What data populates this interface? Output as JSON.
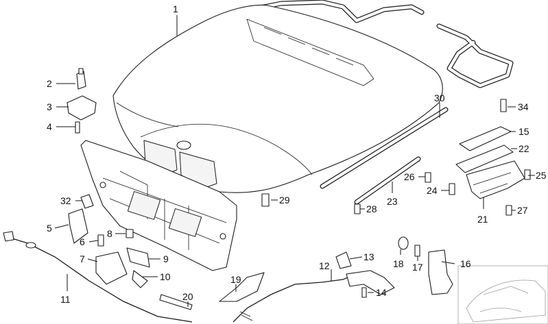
{
  "callouts": [
    {
      "id": "1",
      "label": "1"
    },
    {
      "id": "2",
      "label": "2"
    },
    {
      "id": "3",
      "label": "3"
    },
    {
      "id": "4",
      "label": "4"
    },
    {
      "id": "5",
      "label": "5"
    },
    {
      "id": "6",
      "label": "6"
    },
    {
      "id": "7",
      "label": "7"
    },
    {
      "id": "8",
      "label": "8"
    },
    {
      "id": "9",
      "label": "9"
    },
    {
      "id": "10",
      "label": "10"
    },
    {
      "id": "11",
      "label": "11"
    },
    {
      "id": "12",
      "label": "12"
    },
    {
      "id": "13",
      "label": "13"
    },
    {
      "id": "14",
      "label": "14"
    },
    {
      "id": "15",
      "label": "15"
    },
    {
      "id": "16",
      "label": "16"
    },
    {
      "id": "17",
      "label": "17"
    },
    {
      "id": "18",
      "label": "18"
    },
    {
      "id": "19",
      "label": "19"
    },
    {
      "id": "20",
      "label": "20"
    },
    {
      "id": "21",
      "label": "21"
    },
    {
      "id": "22",
      "label": "22"
    },
    {
      "id": "23",
      "label": "23"
    },
    {
      "id": "24",
      "label": "24"
    },
    {
      "id": "25",
      "label": "25"
    },
    {
      "id": "26",
      "label": "26"
    },
    {
      "id": "27",
      "label": "27"
    },
    {
      "id": "28",
      "label": "28"
    },
    {
      "id": "29",
      "label": "29"
    },
    {
      "id": "30",
      "label": "30"
    },
    {
      "id": "32",
      "label": "32"
    },
    {
      "id": "34",
      "label": "34"
    }
  ]
}
